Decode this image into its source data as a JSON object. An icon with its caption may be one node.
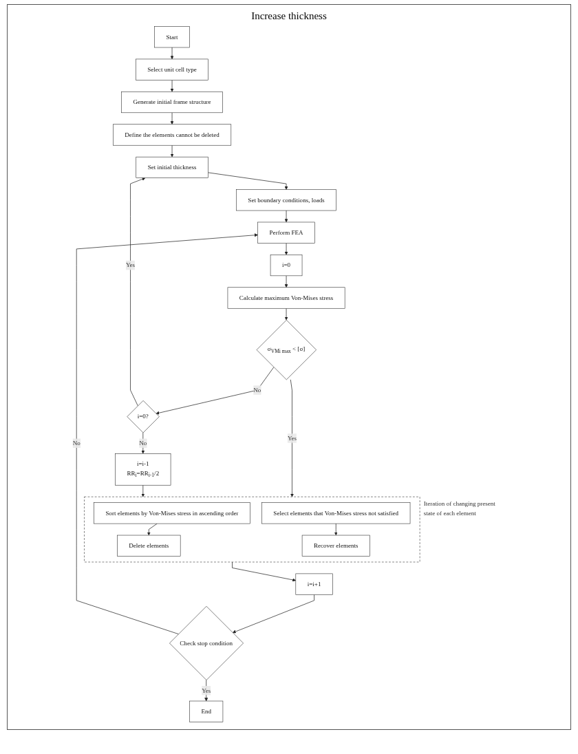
{
  "diagram": {
    "nodes": [
      {
        "text": [
          "Start"
        ]
      },
      {
        "text": [
          "Select unit cell type"
        ]
      },
      {
        "text": [
          "Generate initial frame structure"
        ]
      },
      {
        "text": [
          "Define the elements cannot be deleted"
        ]
      },
      {
        "text": [
          "Set initial thickness"
        ]
      },
      {
        "text": [
          "Set boundary conditions, loads"
        ]
      },
      {
        "text": [
          "Perform FEA"
        ]
      },
      {
        "text": [
          "i=0"
        ]
      },
      {
        "text": [
          "Calculate maximum Von-Mises stress"
        ]
      },
      {
        "text": [
          "σ$_{VMi max}$ < [σ]"
        ]
      },
      {
        "text": [
          "i=0?"
        ]
      },
      {
        "text": [
          "i=i-1",
          "RR$_{i}$=RR$_{i-1}$/2"
        ]
      },
      {
        "text": [
          "Iteration of changing present state of each element"
        ]
      },
      {
        "text": [
          "Sort elements by Von-Mises stress in ascending order"
        ],
        "in": 12
      },
      {
        "text": [
          "Delete elements"
        ],
        "in": 12
      },
      {
        "text": [
          "Select elements that Von-Mises stress not satisfied"
        ],
        "in": 12
      },
      {
        "text": [
          "Recover elements"
        ],
        "in": 12
      },
      {
        "text": [
          "i=i+1"
        ]
      },
      {
        "text": [
          "Check stop condition"
        ]
      },
      {
        "text": [
          "End"
        ]
      }
    ],
    "edges": [
      {
        "from": 0,
        "to": 1,
        "arrow": "to"
      },
      {
        "from": 1,
        "to": 2,
        "arrow": "to"
      },
      {
        "from": 2,
        "to": 3,
        "arrow": "to"
      },
      {
        "from": 3,
        "to": 4,
        "arrow": "to"
      },
      {
        "from": 4,
        "to": 5,
        "arrow": "to"
      },
      {
        "from": 5,
        "to": 6,
        "arrow": "to"
      },
      {
        "from": 6,
        "to": 7,
        "arrow": "to"
      },
      {
        "from": 7,
        "to": 8,
        "arrow": "to"
      },
      {
        "from": 8,
        "to": 9,
        "arrow": "to"
      },
      {
        "from": 9,
        "to": 10,
        "label": "No",
        "arrow": "to"
      },
      {
        "from": 10,
        "to": 4,
        "label": "Yes",
        "arrow": "to"
      },
      {
        "from": 10,
        "to": 11,
        "label": "No",
        "arrow": "to"
      },
      {
        "from": 9,
        "to": 12,
        "label": "Yes",
        "arrow": "to"
      },
      {
        "from": 11,
        "to": 12,
        "arrow": "to"
      },
      {
        "from": 13,
        "to": 14,
        "arrow": "to"
      },
      {
        "from": 15,
        "to": 16,
        "arrow": "to"
      },
      {
        "from": 12,
        "to": 17,
        "arrow": "to"
      },
      {
        "from": 17,
        "to": 18,
        "arrow": "to"
      },
      {
        "from": 18,
        "to": 6,
        "label": "No",
        "arrow": "to"
      },
      {
        "from": 18,
        "to": 19,
        "label": "Yes",
        "arrow": "to"
      }
    ],
    "labels": [
      "Increase thickness"
    ]
  }
}
